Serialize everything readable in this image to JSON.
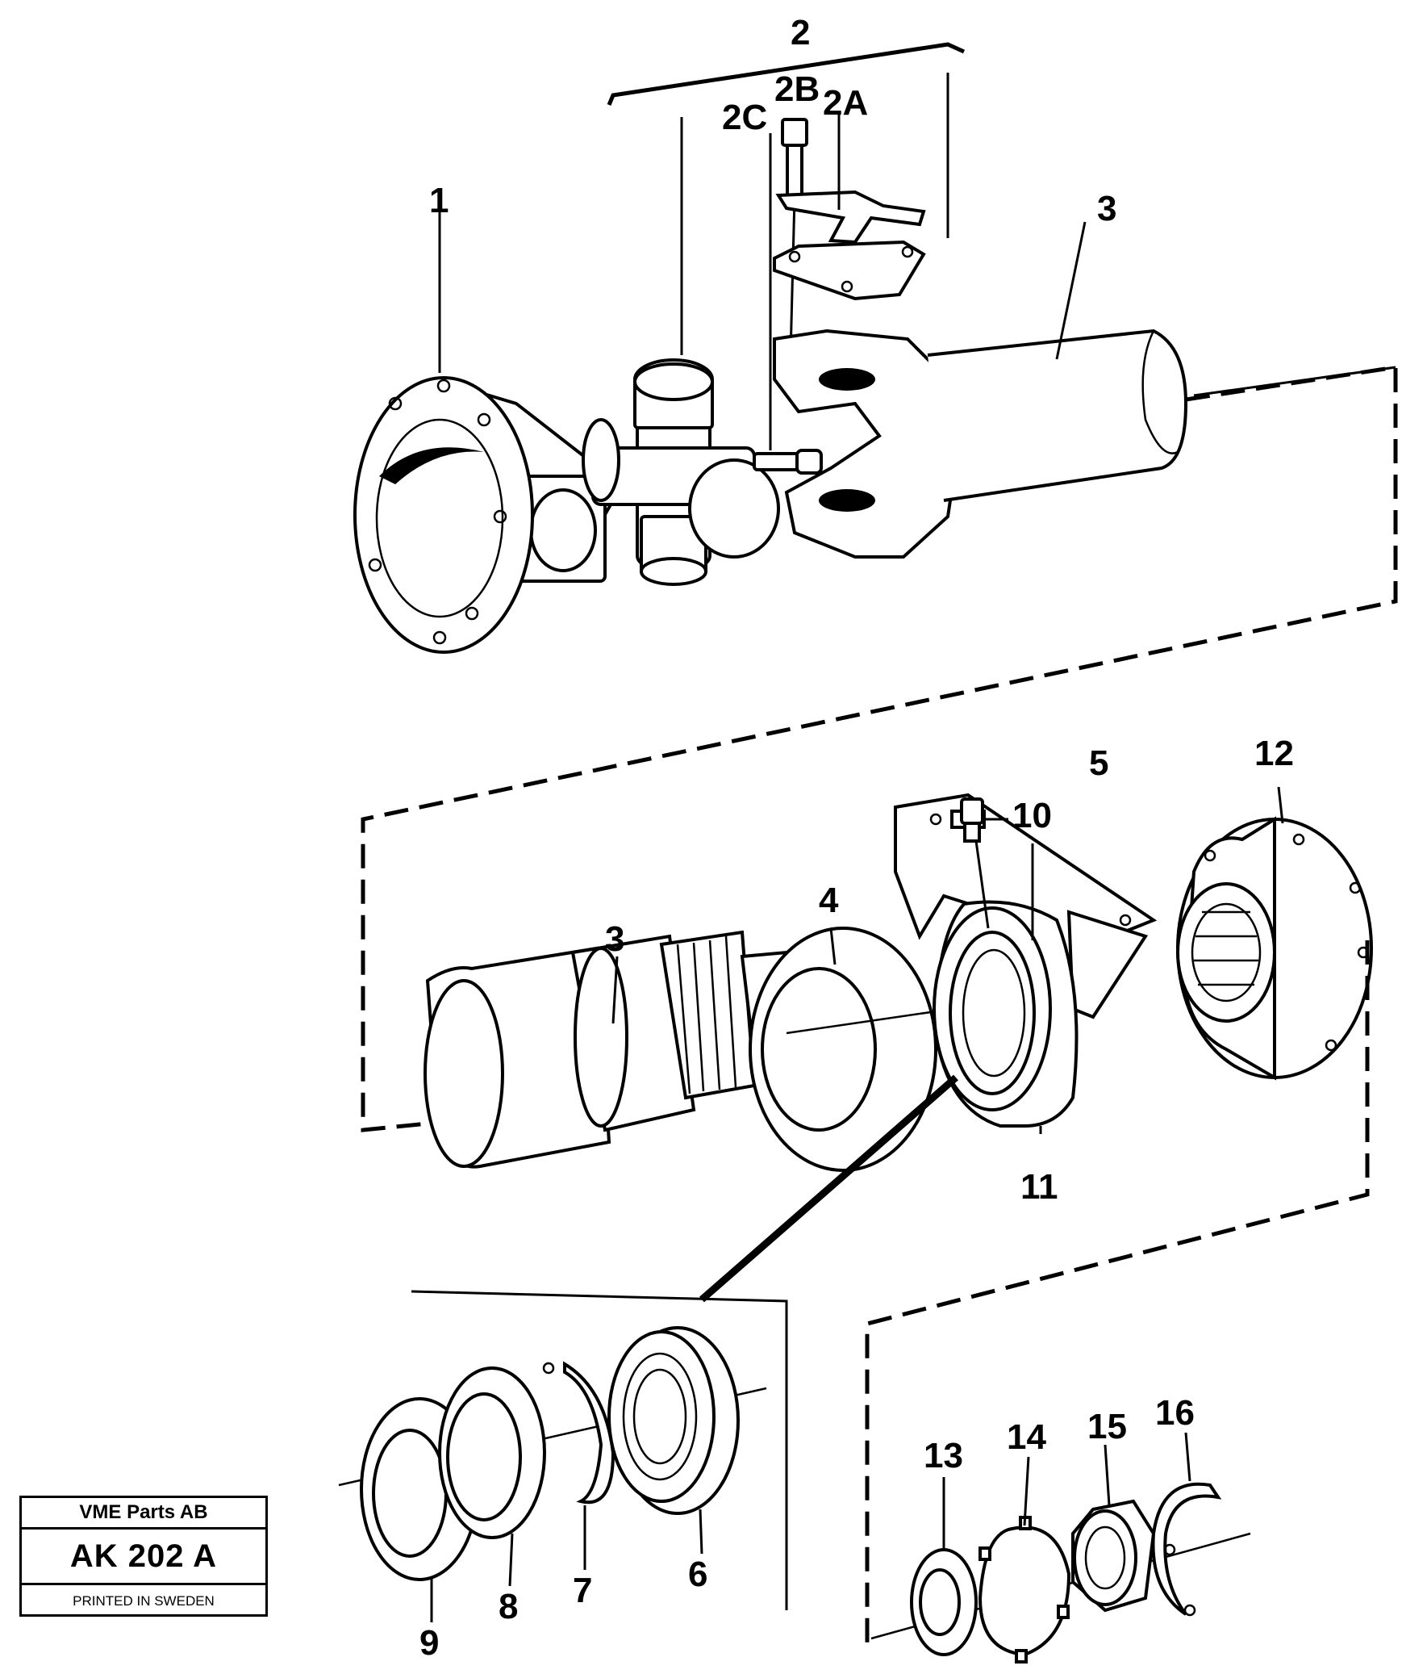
{
  "callouts": {
    "c1": "1",
    "c2": "2",
    "c2a": "2A",
    "c2b": "2B",
    "c2c": "2C",
    "c3_top": "3",
    "c3_mid": "3",
    "c4": "4",
    "c5": "5",
    "c6": "6",
    "c7": "7",
    "c8": "8",
    "c9": "9",
    "c10": "10",
    "c11": "11",
    "c12": "12",
    "c13": "13",
    "c14": "14",
    "c15": "15",
    "c16": "16"
  },
  "title_block": {
    "company": "VME Parts AB",
    "drawing_code": "AK 202 A",
    "printed": "PRINTED IN SWEDEN"
  }
}
